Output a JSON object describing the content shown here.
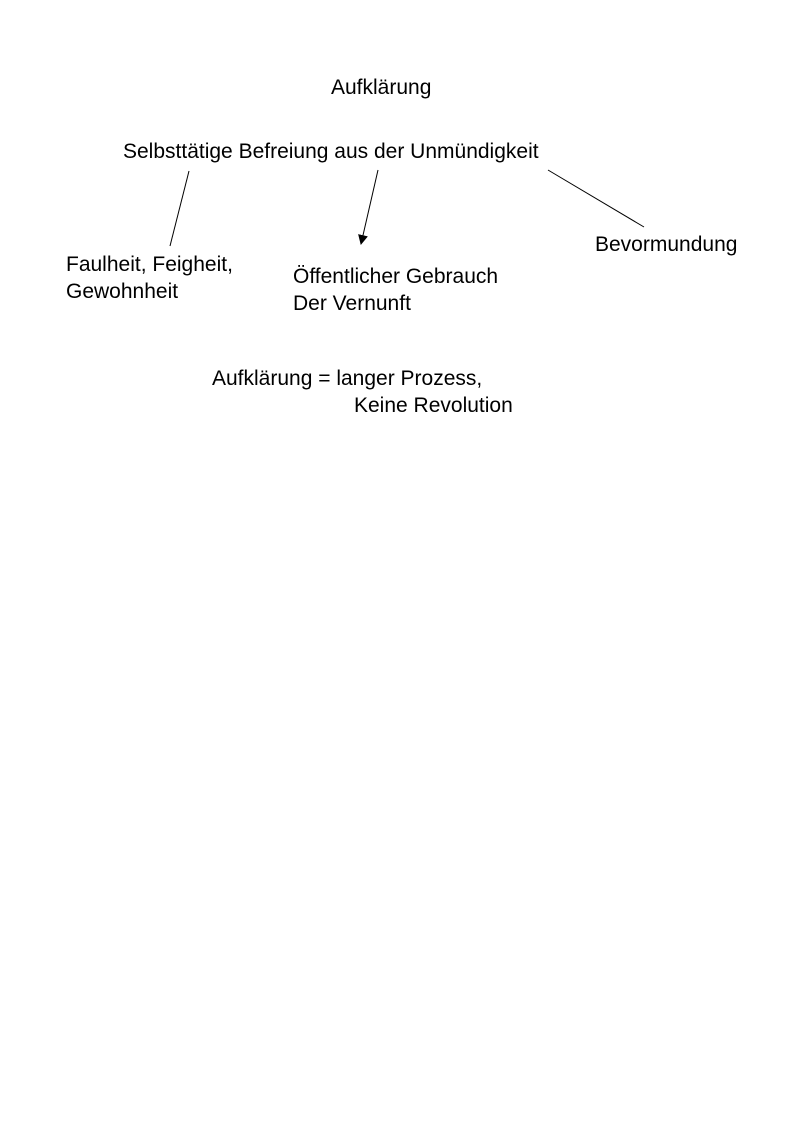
{
  "title": "Aufklärung",
  "central_concept": "Selbsttätige Befreiung aus der Unmündigkeit",
  "branches": {
    "left": {
      "line1": "Faulheit, Feigheit,",
      "line2": "Gewohnheit"
    },
    "middle": {
      "line1": "Öffentlicher Gebrauch",
      "line2": "Der Vernunft"
    },
    "right": {
      "line1": "Bevormundung"
    }
  },
  "conclusion": {
    "line1": "Aufklärung = langer Prozess,",
    "line2": "Keine Revolution"
  }
}
